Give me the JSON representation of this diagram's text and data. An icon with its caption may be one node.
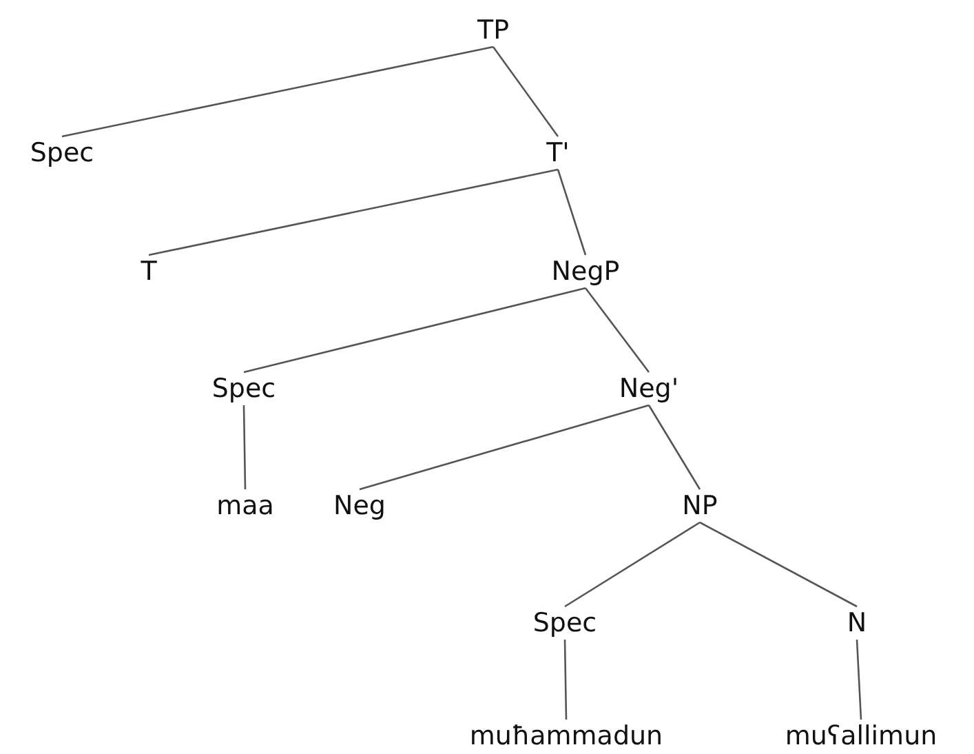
{
  "diagram": {
    "nodes": [
      {
        "text": [
          "TP"
        ]
      },
      {
        "text": [
          "Spec"
        ]
      },
      {
        "text": [
          "T'"
        ]
      },
      {
        "text": [
          "T"
        ]
      },
      {
        "text": [
          "NegP"
        ]
      },
      {
        "text": [
          "Spec"
        ]
      },
      {
        "text": [
          "Neg'"
        ]
      },
      {
        "text": [
          "maa"
        ]
      },
      {
        "text": [
          "Neg"
        ]
      },
      {
        "text": [
          "NP"
        ]
      },
      {
        "text": [
          "Spec"
        ]
      },
      {
        "text": [
          "N"
        ]
      },
      {
        "text": [
          "muħammadun"
        ]
      },
      {
        "text": [
          "muʕallimun"
        ]
      }
    ],
    "edges": [
      {
        "from": 0,
        "to": 1,
        "arrow": "none"
      },
      {
        "from": 0,
        "to": 2,
        "arrow": "none"
      },
      {
        "from": 2,
        "to": 3,
        "arrow": "none"
      },
      {
        "from": 2,
        "to": 4,
        "arrow": "none"
      },
      {
        "from": 4,
        "to": 5,
        "arrow": "none"
      },
      {
        "from": 4,
        "to": 6,
        "arrow": "none"
      },
      {
        "from": 5,
        "to": 7,
        "arrow": "none"
      },
      {
        "from": 6,
        "to": 8,
        "arrow": "none"
      },
      {
        "from": 6,
        "to": 9,
        "arrow": "none"
      },
      {
        "from": 9,
        "to": 10,
        "arrow": "none"
      },
      {
        "from": 9,
        "to": 11,
        "arrow": "none"
      },
      {
        "from": 10,
        "to": 12,
        "arrow": "none"
      },
      {
        "from": 11,
        "to": 13,
        "arrow": "none"
      }
    ]
  }
}
